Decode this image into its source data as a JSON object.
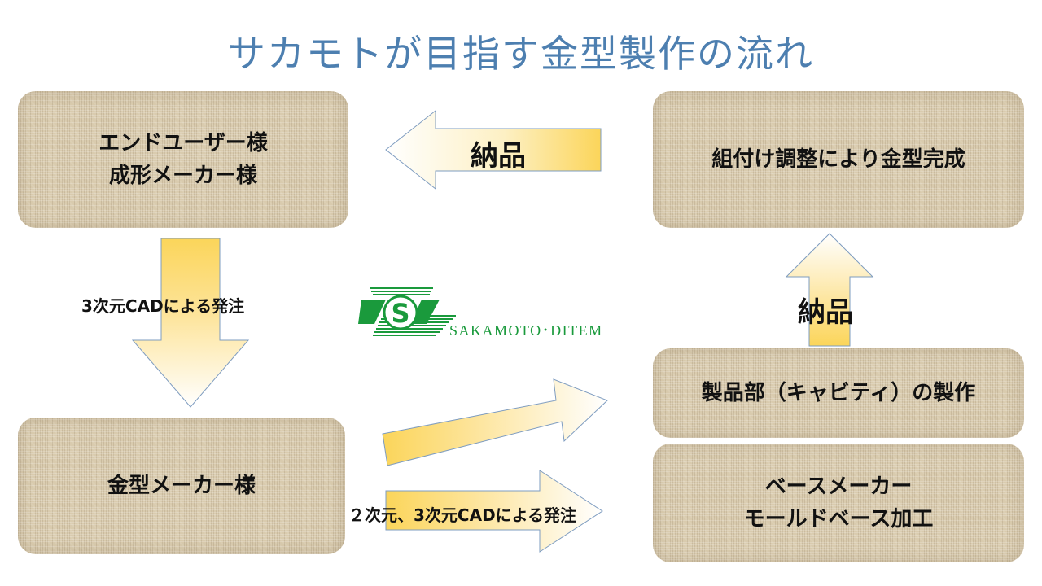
{
  "title": "サカモトが目指す金型製作の流れ",
  "boxes": {
    "end_user": {
      "line1": "エンドユーザー様",
      "line2": "成形メーカー様"
    },
    "assembly": {
      "line1": "組付け調整により金型完成"
    },
    "mold_maker": {
      "line1": "金型メーカー様"
    },
    "product_part": {
      "line1": "製品部（キャビティ）の製作"
    },
    "base_maker": {
      "line1": "ベースメーカー",
      "line2": "モールドベース加工"
    }
  },
  "labels": {
    "delivery_top": "納品",
    "delivery_right": "納品",
    "order_3d": "3次元CADによる発注",
    "order_2d3d": "２次元、3次元CADによる発注"
  },
  "logo": {
    "letter": "S",
    "text": "SAKAMOTO･DITEM",
    "color": "#1a9a3c"
  },
  "colors": {
    "arrow_fill": "#fbd55a",
    "arrow_stroke": "#7e9cc0",
    "title": "#4d7fb0"
  }
}
